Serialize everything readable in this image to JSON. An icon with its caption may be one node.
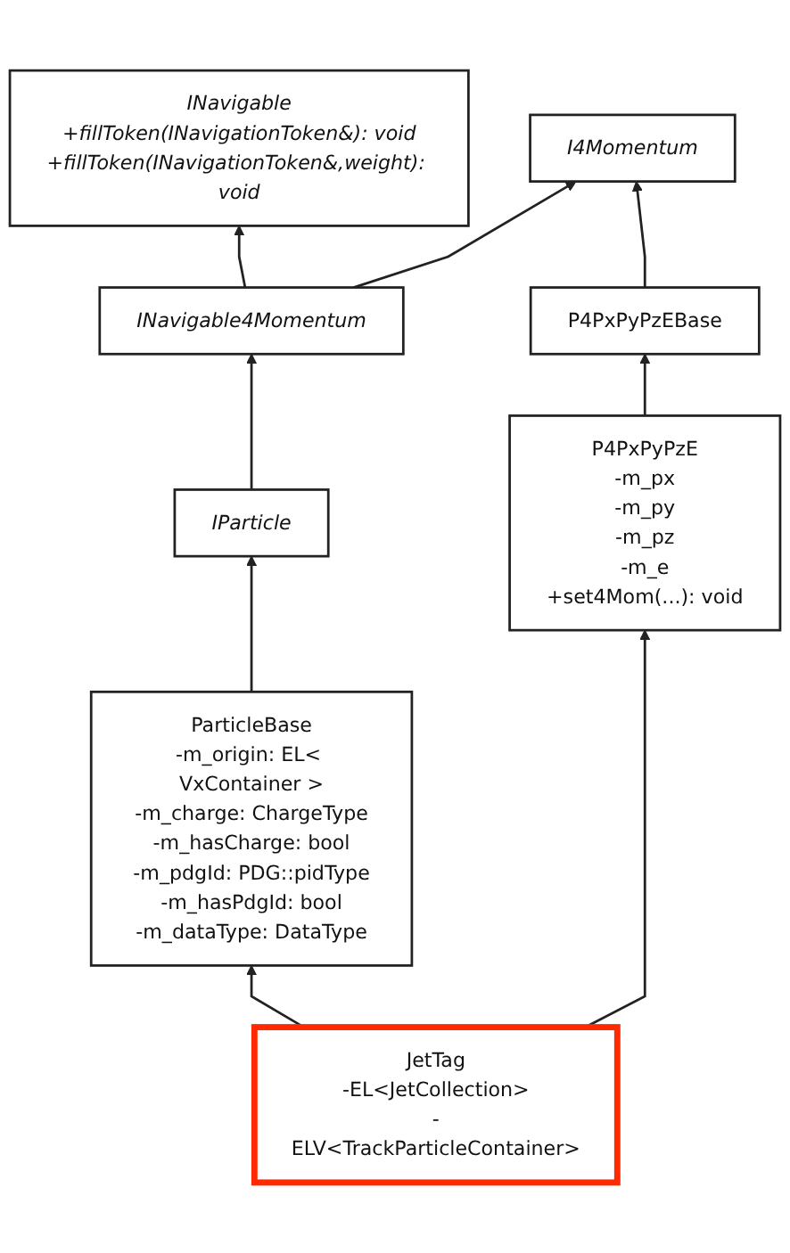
{
  "diagram": {
    "nodes": [
      {
        "text": [
          "INavigable",
          "+fillToken(INavigationToken&): void",
          "+fillToken(INavigationToken&,weight): void"
        ]
      },
      {
        "text": [
          "I4Momentum"
        ]
      },
      {
        "text": [
          "INavigable4Momentum"
        ]
      },
      {
        "text": [
          "P4PxPyPzEBase"
        ]
      },
      {
        "text": [
          "IParticle"
        ]
      },
      {
        "text": [
          "ParticleBase",
          "-m_origin: EL< VxContainer >",
          "-m_charge: ChargeType",
          "-m_hasCharge: bool",
          "-m_pdgId: PDG::pidType",
          "-m_hasPdgId: bool",
          "-m_dataType: DataType"
        ]
      },
      {
        "text": [
          "P4PxPyPzE",
          "-m_px",
          "-m_py",
          "-m_pz",
          "-m_e",
          "+set4Mom(...): void"
        ]
      },
      {
        "text": [
          "JetTag",
          "-EL<JetCollection>",
          "-ELV<TrackParticleContainer>"
        ]
      }
    ],
    "edges": [
      {
        "from": 2,
        "to": 0,
        "arrow": "to"
      },
      {
        "from": 2,
        "to": 1,
        "arrow": "to"
      },
      {
        "from": 3,
        "to": 1,
        "arrow": "to"
      },
      {
        "from": 4,
        "to": 2,
        "arrow": "to"
      },
      {
        "from": 5,
        "to": 4,
        "arrow": "to"
      },
      {
        "from": 6,
        "to": 3,
        "arrow": "to"
      },
      {
        "from": 7,
        "to": 5,
        "arrow": "to"
      },
      {
        "from": 7,
        "to": 6,
        "arrow": "to"
      }
    ]
  }
}
